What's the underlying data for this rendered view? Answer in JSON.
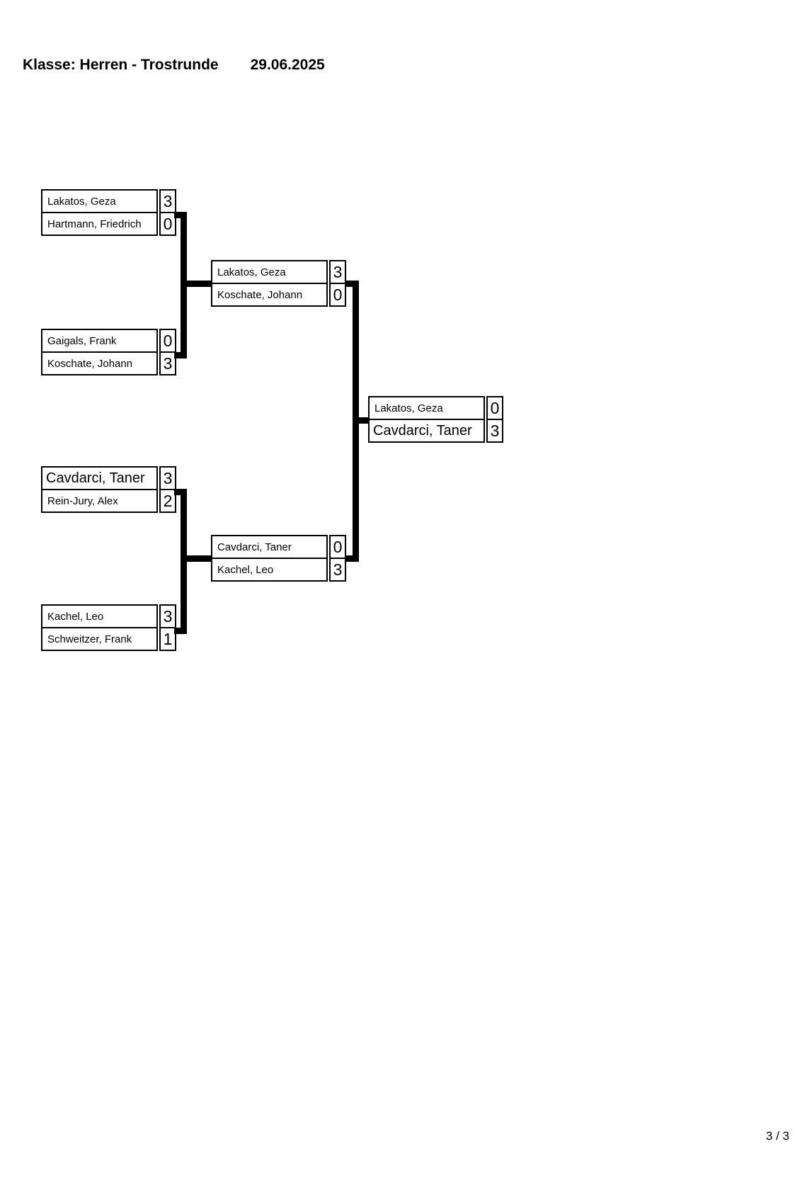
{
  "page": {
    "title": "Klasse: Herren - Trostrunde",
    "date": "29.06.2025",
    "page_indicator": "3 / 3"
  },
  "colors": {
    "ink": "#000000",
    "paper": "#ffffff"
  },
  "bracket": {
    "type": "single-elimination",
    "rounds": [
      {
        "matches": [
          {
            "players": [
              {
                "name": "Lakatos, Geza",
                "score": "3",
                "emph": false
              },
              {
                "name": "Hartmann, Friedrich",
                "score": "0",
                "emph": false
              }
            ]
          },
          {
            "players": [
              {
                "name": "Gaigals, Frank",
                "score": "0",
                "emph": false
              },
              {
                "name": "Koschate, Johann",
                "score": "3",
                "emph": false
              }
            ]
          },
          {
            "players": [
              {
                "name": "Cavdarci, Taner",
                "score": "3",
                "emph": true
              },
              {
                "name": "Rein-Jury, Alex",
                "score": "2",
                "emph": false
              }
            ]
          },
          {
            "players": [
              {
                "name": "Kachel, Leo",
                "score": "3",
                "emph": false
              },
              {
                "name": "Schweitzer, Frank",
                "score": "1",
                "emph": false
              }
            ]
          }
        ]
      },
      {
        "matches": [
          {
            "players": [
              {
                "name": "Lakatos, Geza",
                "score": "3",
                "emph": false
              },
              {
                "name": "Koschate, Johann",
                "score": "0",
                "emph": false
              }
            ]
          },
          {
            "players": [
              {
                "name": "Cavdarci, Taner",
                "score": "0",
                "emph": false
              },
              {
                "name": "Kachel, Leo",
                "score": "3",
                "emph": false
              }
            ]
          }
        ]
      },
      {
        "matches": [
          {
            "players": [
              {
                "name": "Lakatos, Geza",
                "score": "0",
                "emph": false
              },
              {
                "name": "Cavdarci, Taner",
                "score": "3",
                "emph": true
              }
            ]
          }
        ]
      }
    ]
  }
}
